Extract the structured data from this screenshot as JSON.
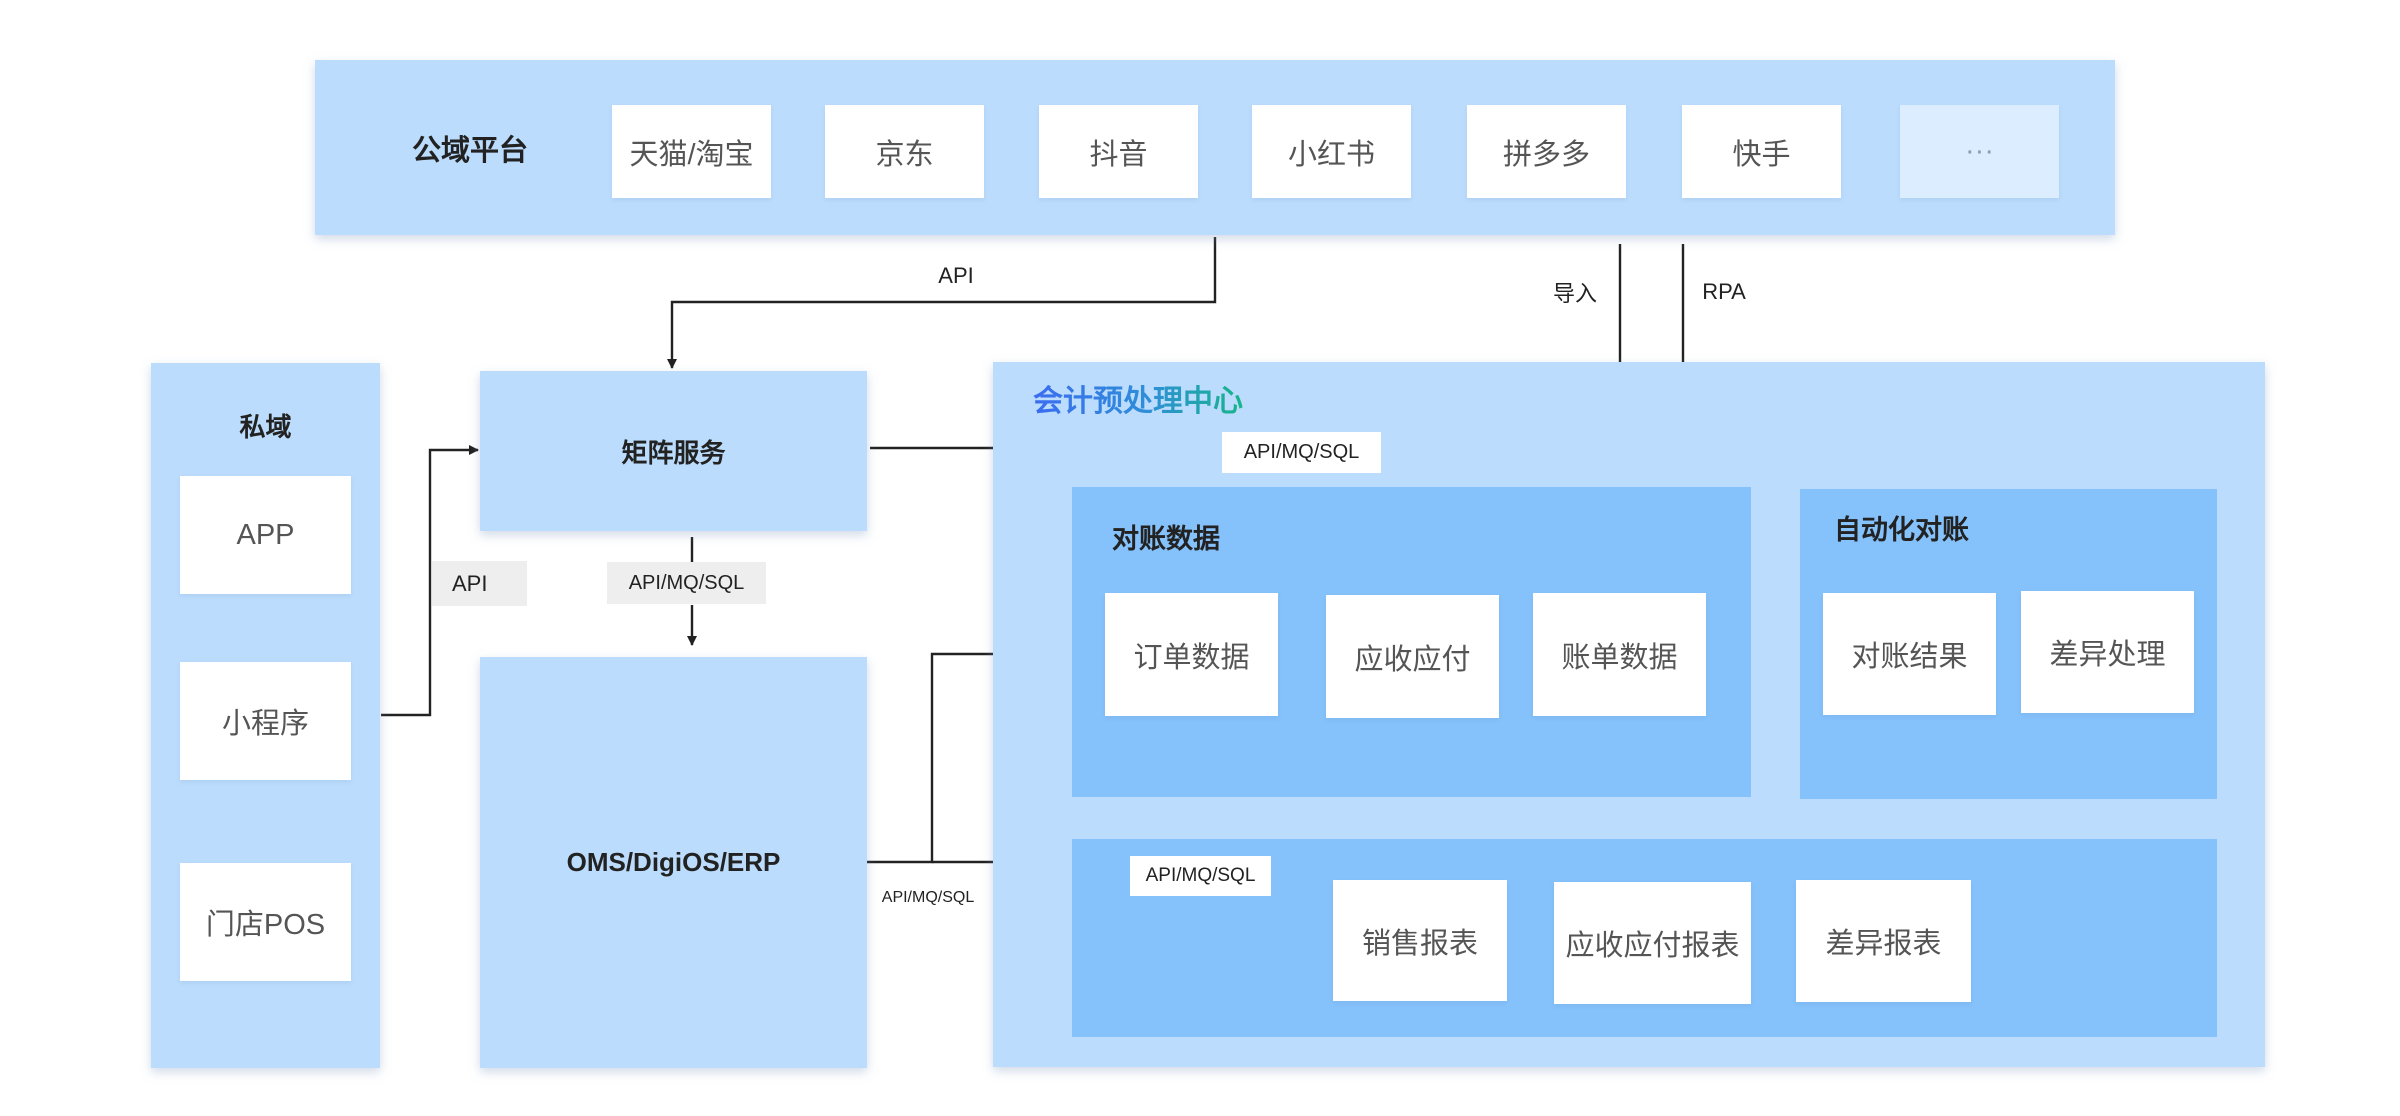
{
  "public": {
    "title": "公域平台",
    "platforms": [
      "天猫/淘宝",
      "京东",
      "抖音",
      "小红书",
      "拼多多",
      "快手",
      "···"
    ]
  },
  "private": {
    "title": "私域",
    "items": [
      "APP",
      "小程序",
      "门店POS"
    ]
  },
  "matrix": {
    "title": "矩阵服务"
  },
  "oms": {
    "title": "OMS/DigiOS/ERP"
  },
  "center": {
    "title": "会计预处理中心",
    "recon_data": {
      "title": "对账数据",
      "items": [
        "订单数据",
        "应收应付",
        "账单数据"
      ]
    },
    "auto_recon": {
      "title": "自动化对账",
      "items": [
        "对账结果",
        "差异处理"
      ]
    },
    "reports": {
      "items": [
        "销售报表",
        "应收应付报表",
        "差异报表"
      ]
    }
  },
  "edge_labels": {
    "api_top": "API",
    "import": "导入",
    "rpa": "RPA",
    "api_left": "API",
    "matrix_to_center": "API/MQ/SQL",
    "matrix_to_oms": "API/MQ/SQL",
    "oms_out": "API/MQ/SQL",
    "oms_to_receivable": "API/MQ/SQL"
  }
}
